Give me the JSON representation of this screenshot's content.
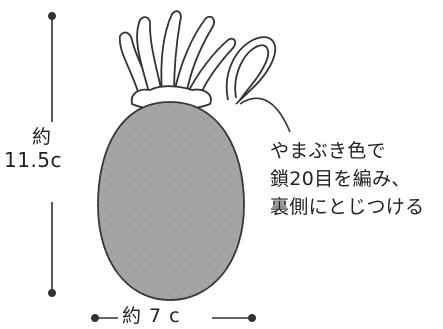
{
  "diagram": {
    "height_label": [
      "約",
      "11.5c"
    ],
    "width_label": "約 7 c",
    "note_lines": [
      "やまぶき色で",
      "鎖20目を編み、",
      "裏側にとじつける"
    ]
  },
  "colors": {
    "body_fill": "#a6a6a6",
    "outline": "#333333",
    "leaf_fill": "#ffffff",
    "background": "#ffffff"
  }
}
